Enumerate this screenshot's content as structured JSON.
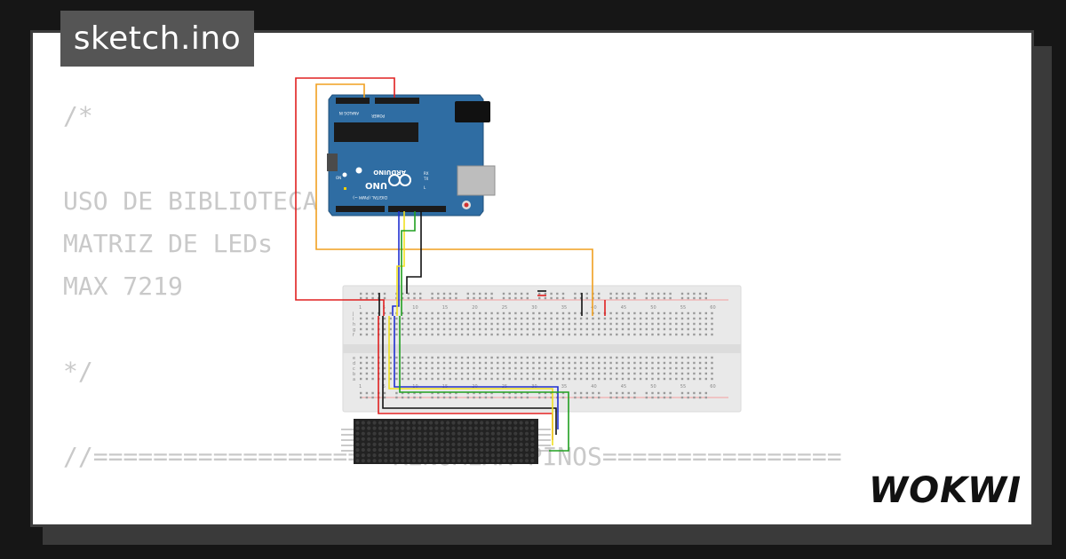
{
  "project": {
    "filename": "sketch.ino"
  },
  "code_lines": [
    "/*",
    "",
    "USO DE BIBLIOTECA",
    "MATRIZ DE LEDs",
    "MAX 7219",
    "",
    "*/",
    "",
    "//====================RENOMEAR PINOS================"
  ],
  "brand": {
    "logo_text": "WOKWI",
    "logo_color": "#111111"
  },
  "arduino": {
    "brand_label": "ARDUINO",
    "model_label": "UNO",
    "digital_label": "DIGITAL (PWM ~)",
    "analog_label": "ANALOG IN",
    "power_label": "POWER",
    "on_label": "ON",
    "tx_label": "TX",
    "rx_label": "RX",
    "l_label": "L",
    "board_color": "#2f6da3"
  },
  "breadboard": {
    "column_numbers": [
      "1",
      "5",
      "10",
      "15",
      "20",
      "25",
      "30",
      "35",
      "40",
      "45",
      "50",
      "55",
      "60"
    ],
    "row_letters_top": [
      "j",
      "i",
      "h",
      "g",
      "f"
    ],
    "row_letters_bottom": [
      "e",
      "d",
      "c",
      "b",
      "a"
    ]
  },
  "led_matrix": {
    "color": "#222222"
  },
  "wire_colors": {
    "red": "#e02020",
    "orange": "#f0a020",
    "black": "#111111",
    "blue": "#2030d0",
    "yellow": "#f0e020",
    "green": "#20a020"
  }
}
